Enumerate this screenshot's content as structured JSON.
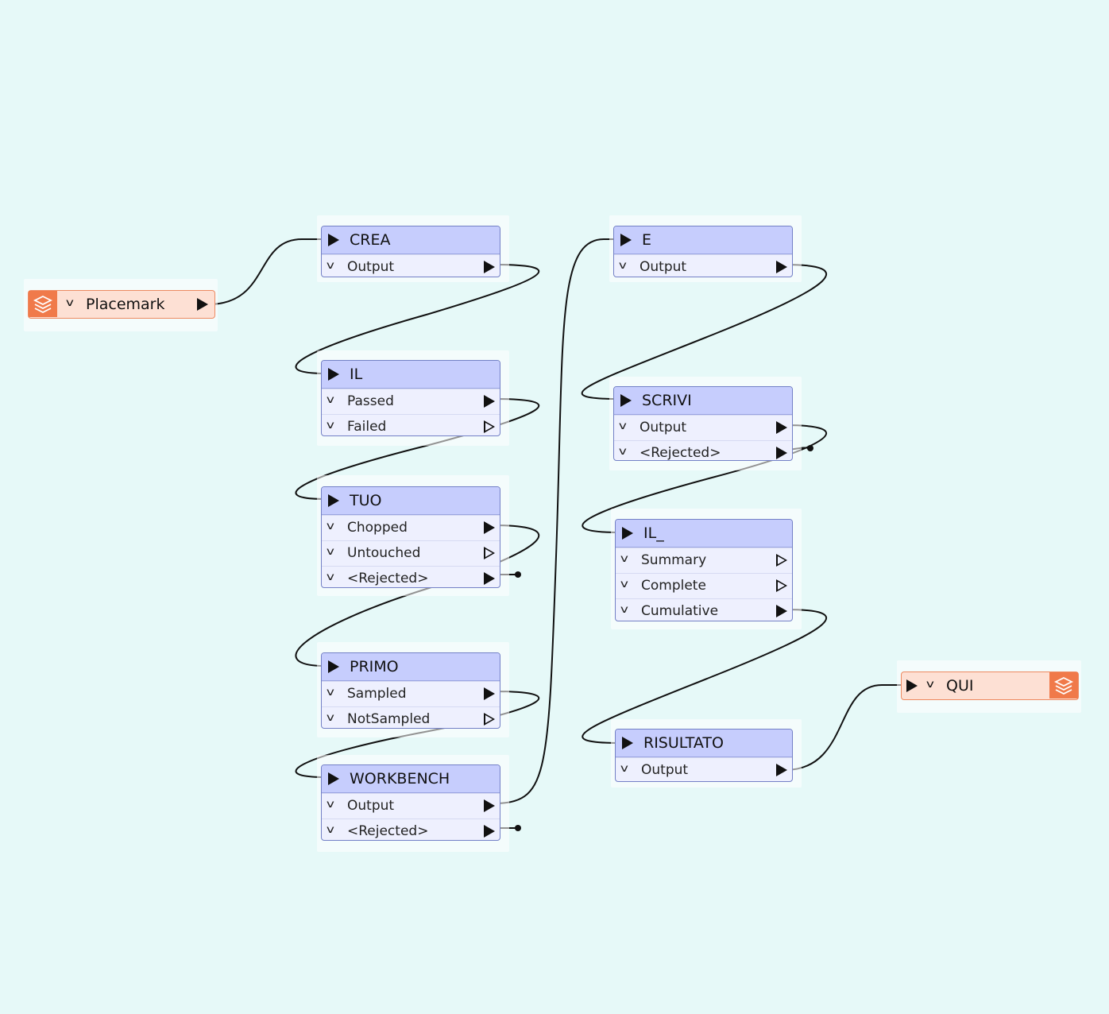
{
  "source": {
    "title": "Placemark",
    "icon": "layers-icon",
    "color": "#f07a4a"
  },
  "target": {
    "title": "QUI",
    "icon": "layers-icon",
    "color": "#f07a4a"
  },
  "transformers": {
    "crea": {
      "title": "CREA",
      "ports": [
        "Output"
      ]
    },
    "il": {
      "title": "IL",
      "ports": [
        "Passed",
        "Failed"
      ]
    },
    "tuo": {
      "title": "TUO",
      "ports": [
        "Chopped",
        "Untouched",
        "<Rejected>"
      ]
    },
    "primo": {
      "title": "PRIMO",
      "ports": [
        "Sampled",
        "NotSampled"
      ]
    },
    "workbench": {
      "title": "WORKBENCH",
      "ports": [
        "Output",
        "<Rejected>"
      ]
    },
    "e": {
      "title": "E",
      "ports": [
        "Output"
      ]
    },
    "scrivi": {
      "title": "SCRIVI",
      "ports": [
        "Output",
        "<Rejected>"
      ]
    },
    "il2": {
      "title": "IL_",
      "ports": [
        "Summary",
        "Complete",
        "Cumulative"
      ]
    },
    "risultato": {
      "title": "RISULTATO",
      "ports": [
        "Output"
      ]
    }
  },
  "colors": {
    "canvas": "#e6f9f8",
    "transformer_header": "#c6cdfd",
    "transformer_border": "#7380c6",
    "feature_type": "#fde0d4"
  }
}
